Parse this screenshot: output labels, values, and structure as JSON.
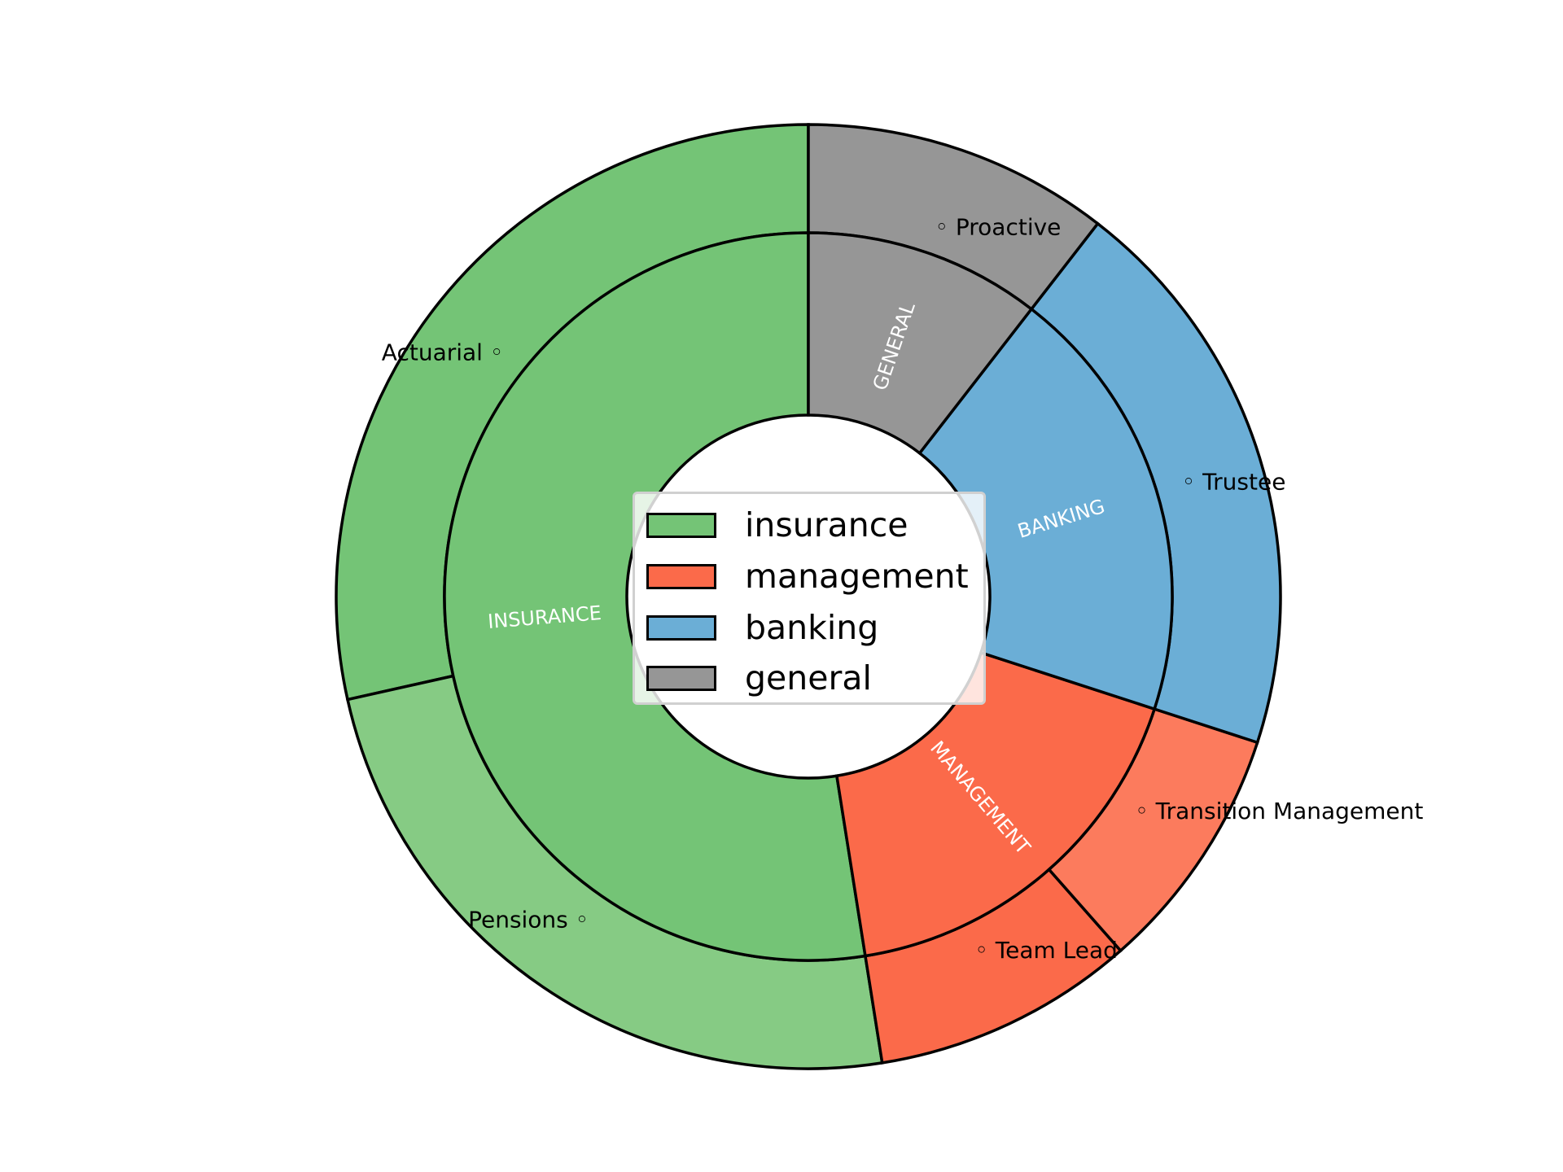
{
  "chart_data": {
    "type": "donut",
    "title": "",
    "categories": [
      "insurance",
      "management",
      "banking",
      "general"
    ],
    "inner_ring": {
      "labels": [
        "INSURANCE",
        "MANAGEMENT",
        "BANKING",
        "GENERAL"
      ],
      "values": [
        52.5,
        17.5,
        19.5,
        10.5
      ],
      "colors": [
        "#74c476",
        "#fb6a4a",
        "#6baed6",
        "#969696"
      ]
    },
    "outer_ring": {
      "labels": [
        "Actuarial",
        "Pensions",
        "Team Lead",
        "Transition Management",
        "Trustee",
        "Proactive"
      ],
      "values": [
        28.5,
        24.0,
        9.0,
        8.5,
        19.5,
        10.5
      ],
      "parents": [
        "insurance",
        "insurance",
        "management",
        "management",
        "banking",
        "general"
      ],
      "colors": [
        "#74c476",
        "#86cb84",
        "#fb6a4a",
        "#fc7b5d",
        "#6baed6",
        "#969696"
      ]
    },
    "legend": {
      "position": "center",
      "entries": [
        {
          "label": "insurance",
          "color": "#74c476"
        },
        {
          "label": "management",
          "color": "#fb6a4a"
        },
        {
          "label": "banking",
          "color": "#6baed6"
        },
        {
          "label": "general",
          "color": "#969696"
        }
      ]
    }
  }
}
